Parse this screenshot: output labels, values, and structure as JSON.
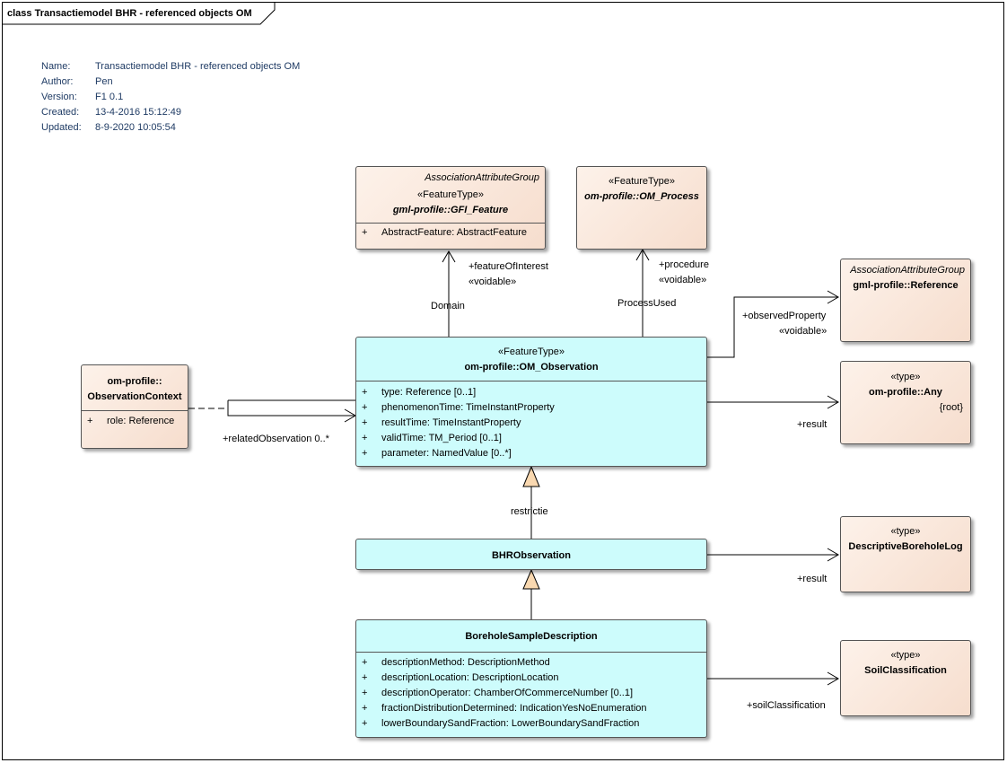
{
  "frame": {
    "title": "class Transactiemodel BHR - referenced objects OM"
  },
  "meta": [
    {
      "key": "Name:",
      "value": "Transactiemodel BHR - referenced objects OM"
    },
    {
      "key": "Author:",
      "value": "Pen"
    },
    {
      "key": "Version:",
      "value": "F1 0.1"
    },
    {
      "key": "Created:",
      "value": "13-4-2016 15:12:49"
    },
    {
      "key": "Updated:",
      "value": "8-9-2020 10:05:54"
    }
  ],
  "classes": {
    "gfi_feature": {
      "group": "AssociationAttributeGroup",
      "stereotype": "«FeatureType»",
      "name": "gml-profile::GFI_Feature",
      "attrs": [
        {
          "vis": "+",
          "text": "AbstractFeature: AbstractFeature"
        }
      ]
    },
    "om_process": {
      "stereotype": "«FeatureType»",
      "name": "om-profile::OM_Process"
    },
    "reference": {
      "group": "AssociationAttributeGroup",
      "name": "gml-profile::Reference"
    },
    "observation_context": {
      "name_line1": "om-profile::",
      "name_line2": "ObservationContext",
      "attrs": [
        {
          "vis": "+",
          "text": "role: Reference"
        }
      ]
    },
    "om_observation": {
      "stereotype": "«FeatureType»",
      "name": "om-profile::OM_Observation",
      "attrs": [
        {
          "vis": "+",
          "text": "type: Reference [0..1]"
        },
        {
          "vis": "+",
          "text": "phenomenonTime: TimeInstantProperty"
        },
        {
          "vis": "+",
          "text": "resultTime: TimeInstantProperty"
        },
        {
          "vis": "+",
          "text": "validTime: TM_Period [0..1]"
        },
        {
          "vis": "+",
          "text": "parameter: NamedValue [0..*]"
        }
      ]
    },
    "any": {
      "stereotype": "«type»",
      "name": "om-profile::Any",
      "tag": "{root}"
    },
    "bhr_observation": {
      "name": "BHRObservation"
    },
    "descriptive_log": {
      "stereotype": "«type»",
      "name": "DescriptiveBoreholeLog"
    },
    "borehole_sample": {
      "name": "BoreholeSampleDescription",
      "attrs": [
        {
          "vis": "+",
          "text": "descriptionMethod: DescriptionMethod"
        },
        {
          "vis": "+",
          "text": "descriptionLocation: DescriptionLocation"
        },
        {
          "vis": "+",
          "text": "descriptionOperator: ChamberOfCommerceNumber [0..1]"
        },
        {
          "vis": "+",
          "text": "fractionDistributionDetermined: IndicationYesNoEnumeration"
        },
        {
          "vis": "+",
          "text": "lowerBoundarySandFraction: LowerBoundarySandFraction"
        }
      ]
    },
    "soil_classification": {
      "stereotype": "«type»",
      "name": "SoilClassification"
    }
  },
  "labels": {
    "feature_of_interest": "+featureOfInterest",
    "voidable_1": "«voidable»",
    "domain": "Domain",
    "procedure": "+procedure",
    "voidable_2": "«voidable»",
    "process_used": "ProcessUsed",
    "observed_property": "+observedProperty",
    "voidable_3": "«voidable»",
    "result_1": "+result",
    "related_observation": "+relatedObservation 0..*",
    "restrictie": "restrictie",
    "result_2": "+result",
    "soil_classification": "+soilClassification"
  }
}
